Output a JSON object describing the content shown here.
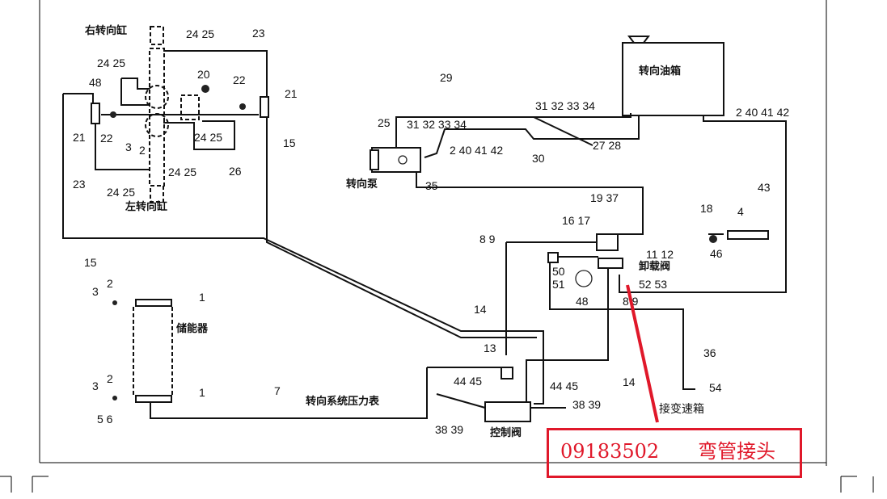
{
  "labels": [
    "右转向缸",
    "24 25",
    "23",
    "24 25",
    "48",
    "20",
    "22",
    "21",
    "21",
    "22",
    "3",
    "2",
    "24 25",
    "15",
    "24 25",
    "26",
    "23",
    "24 25",
    "左转向缸",
    "15",
    "29",
    "31 32 33 34",
    "转向油箱",
    "2 40 41 42",
    "25",
    "31 32 33 34",
    "27 28",
    "2 40 41 42",
    "30",
    "转向泵",
    "35",
    "43",
    "19 37",
    "16 17",
    "18",
    "4",
    "8 9",
    "11 12",
    "46",
    "50",
    "51",
    "卸载阀",
    "52 53",
    "48",
    "8 9",
    "14",
    "13",
    "36",
    "44 45",
    "44 45",
    "14",
    "54",
    "38 39",
    "接变速箱",
    "38 39",
    "控制阀",
    "3",
    "2",
    "1",
    "储能器",
    "3",
    "2",
    "1",
    "5 6",
    "7",
    "转向系统压力表"
  ],
  "annotation": {
    "part_number": "09183502",
    "part_name": "弯管接头",
    "color": "#e0182a"
  }
}
